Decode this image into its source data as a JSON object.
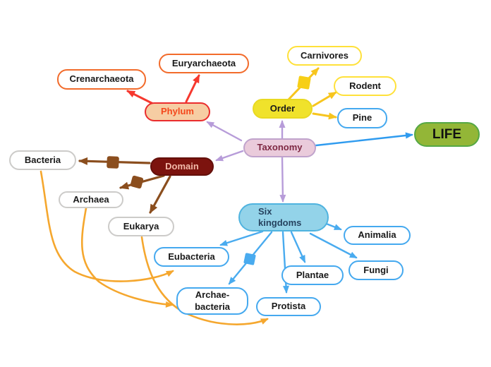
{
  "diagram": {
    "type": "mind-map",
    "topic": "Taxonomy"
  },
  "nodes": {
    "life": {
      "label": "LIFE"
    },
    "taxonomy": {
      "label": "Taxonomy"
    },
    "phylum": {
      "label": "Phylum"
    },
    "order": {
      "label": "Order"
    },
    "domain": {
      "label": "Domain"
    },
    "six_kingdoms": {
      "label": "Six\nkingdoms"
    },
    "crenarchaeota": {
      "label": "Crenarchaeota"
    },
    "euryarchaeota": {
      "label": "Euryarchaeota"
    },
    "carnivores": {
      "label": "Carnivores"
    },
    "rodent": {
      "label": "Rodent"
    },
    "pine": {
      "label": "Pine"
    },
    "bacteria": {
      "label": "Bacteria"
    },
    "archaea": {
      "label": "Archaea"
    },
    "eukarya": {
      "label": "Eukarya"
    },
    "eubacteria": {
      "label": "Eubacteria"
    },
    "archaebacteria": {
      "label": "Archae-\nbacteria"
    },
    "protista": {
      "label": "Protista"
    },
    "plantae": {
      "label": "Plantae"
    },
    "fungi": {
      "label": "Fungi"
    },
    "animalia": {
      "label": "Animalia"
    }
  },
  "edges": [
    {
      "from": "taxonomy",
      "to": "phylum",
      "color": "#B79CD9"
    },
    {
      "from": "taxonomy",
      "to": "order",
      "color": "#B79CD9"
    },
    {
      "from": "taxonomy",
      "to": "domain",
      "color": "#B79CD9"
    },
    {
      "from": "taxonomy",
      "to": "six_kingdoms",
      "color": "#B79CD9"
    },
    {
      "from": "taxonomy",
      "to": "life",
      "color": "#2F9BEF"
    },
    {
      "from": "phylum",
      "to": "crenarchaeota",
      "color": "#F6382E"
    },
    {
      "from": "phylum",
      "to": "euryarchaeota",
      "color": "#F6382E"
    },
    {
      "from": "order",
      "to": "carnivores",
      "color": "#F7C51E",
      "square": true
    },
    {
      "from": "order",
      "to": "rodent",
      "color": "#F7C51E"
    },
    {
      "from": "order",
      "to": "pine",
      "color": "#F7C51E"
    },
    {
      "from": "domain",
      "to": "bacteria",
      "color": "#8B4E1E",
      "square": true
    },
    {
      "from": "domain",
      "to": "archaea",
      "color": "#8B4E1E",
      "square": true
    },
    {
      "from": "domain",
      "to": "eukarya",
      "color": "#8B4E1E"
    },
    {
      "from": "six_kingdoms",
      "to": "eubacteria",
      "color": "#49ABEF"
    },
    {
      "from": "six_kingdoms",
      "to": "archaebacteria",
      "color": "#49ABEF",
      "square": true
    },
    {
      "from": "six_kingdoms",
      "to": "protista",
      "color": "#49ABEF"
    },
    {
      "from": "six_kingdoms",
      "to": "plantae",
      "color": "#49ABEF"
    },
    {
      "from": "six_kingdoms",
      "to": "fungi",
      "color": "#49ABEF"
    },
    {
      "from": "six_kingdoms",
      "to": "animalia",
      "color": "#49ABEF"
    },
    {
      "from": "bacteria",
      "to": "eubacteria",
      "color": "#F5A72E",
      "curved": true
    },
    {
      "from": "archaea",
      "to": "archaebacteria",
      "color": "#F5A72E",
      "curved": true
    },
    {
      "from": "eukarya",
      "to": "protista",
      "color": "#F5A72E",
      "curved": true
    }
  ],
  "palette": {
    "purple_edge": "#B79CD9",
    "blue_life_edge": "#2F9BEF",
    "red_edge": "#F6382E",
    "yellow_edge": "#F7C51E",
    "brown_edge": "#8B4E1E",
    "blue_kingdom_edge": "#49ABEF",
    "orange_edge": "#F5A72E",
    "phylum_fill": "#F6CDA3",
    "order_fill": "#F0E22B",
    "taxonomy_fill": "#EACBDB",
    "domain_fill": "#7C130E",
    "life_fill": "#93B637",
    "six_kingdoms_fill": "#93D3E9"
  }
}
